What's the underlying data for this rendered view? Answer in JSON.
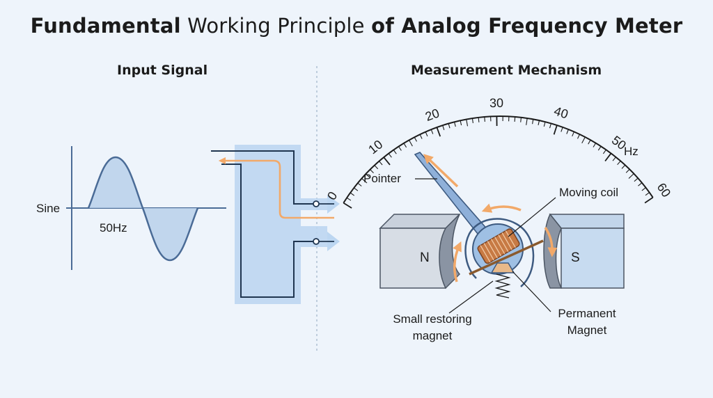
{
  "title": {
    "part1": "Fundamental",
    "part2": " Working Principle ",
    "part3": "of Analog Frequency Meter"
  },
  "left_panel": {
    "heading": "Input Signal",
    "sine_label": "Sine",
    "frequency_label": "50Hz"
  },
  "right_panel": {
    "heading": "Measurement Mechanism",
    "scale_ticks": [
      "0",
      "10",
      "20",
      "30",
      "40",
      "50",
      "60"
    ],
    "scale_unit": "Hz",
    "pointer_label": "Pointer",
    "moving_coil_label": "Moving coil",
    "north_label": "N",
    "south_label": "S",
    "restoring_magnet_label_line1": "Small restoring",
    "restoring_magnet_label_line2": "magnet",
    "permanent_magnet_label_line1": "Permanent",
    "permanent_magnet_label_line2": "Magnet"
  },
  "colors": {
    "background": "#eef4fb",
    "line_blue": "#4a6b96",
    "fill_blue": "#b9d0ea",
    "band_blue": "#bcd6f1",
    "magnet_grey": "#d7dde5",
    "copper": "#c77a44",
    "orange_arrow": "#f2a969"
  }
}
